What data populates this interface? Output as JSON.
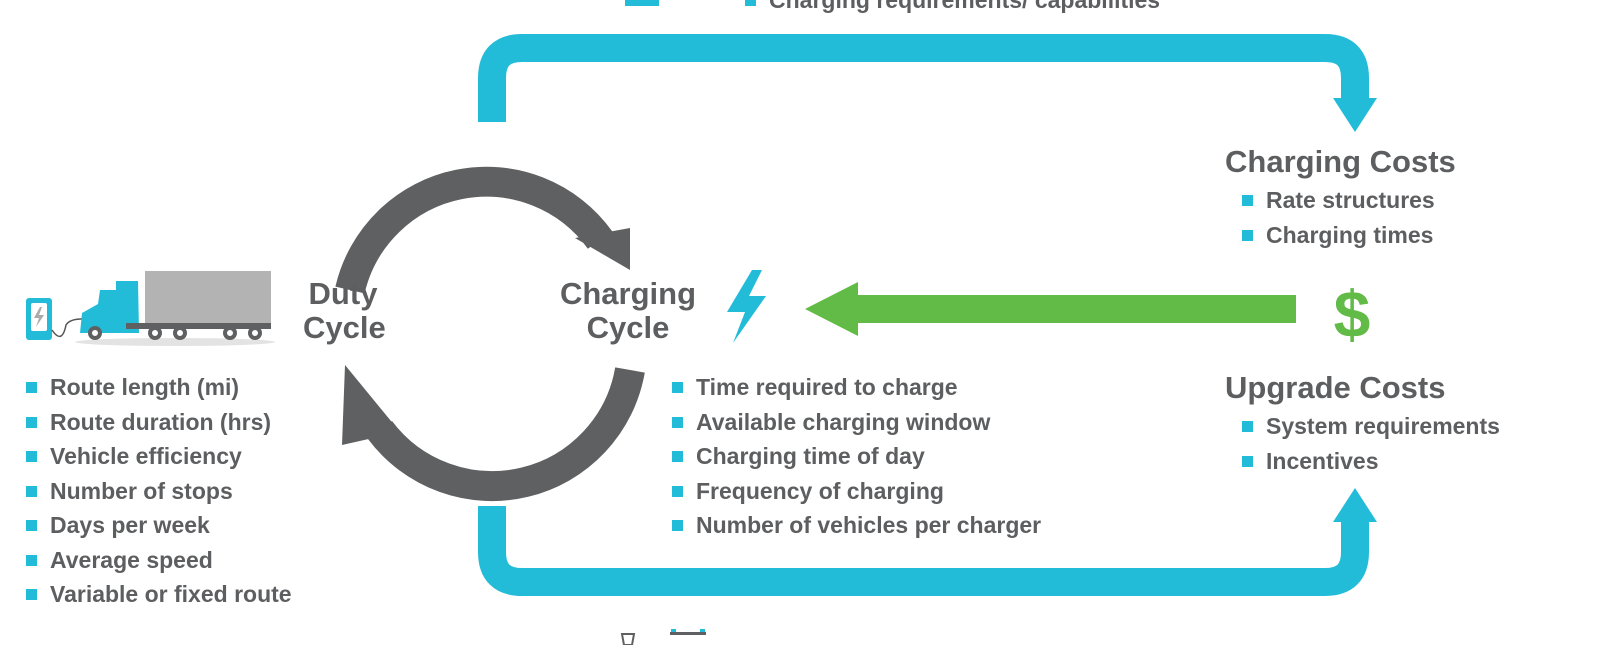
{
  "top_item": "Charging requirements/ capabilities",
  "duty_cycle": {
    "title_line1": "Duty",
    "title_line2": "Cycle",
    "items": [
      "Route length (mi)",
      "Route duration (hrs)",
      "Vehicle efficiency",
      "Number of stops",
      "Days per week",
      "Average speed",
      "Variable or fixed route"
    ]
  },
  "charging_cycle": {
    "title_line1": "Charging",
    "title_line2": "Cycle",
    "items": [
      "Time required to charge",
      "Available charging window",
      "Charging time of day",
      "Frequency of charging",
      "Number of vehicles per charger"
    ]
  },
  "charging_costs": {
    "title": "Charging Costs",
    "items": [
      "Rate structures",
      "Charging times"
    ]
  },
  "upgrade_costs": {
    "title": "Upgrade Costs",
    "items": [
      "System requirements",
      "Incentives"
    ]
  },
  "dollar_symbol": "$",
  "colors": {
    "cyan": "#23bcd8",
    "gray": "#5f6062",
    "green": "#62bb46",
    "text": "#5d5e60",
    "trailer": "#b3b3b3"
  }
}
